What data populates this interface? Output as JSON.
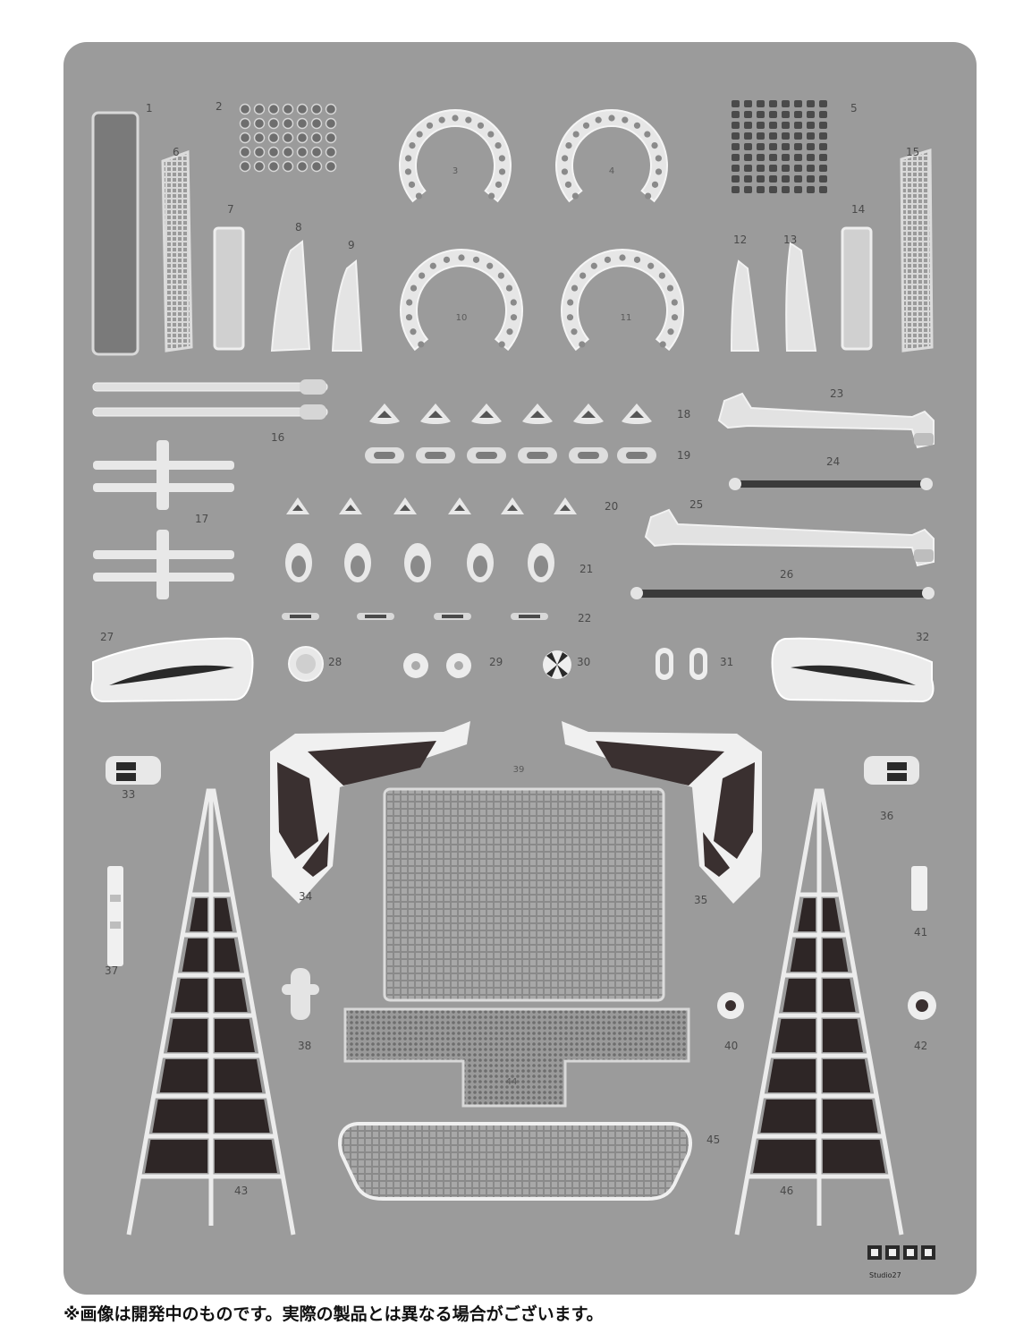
{
  "sheet": {
    "part_numbers": [
      "1",
      "2",
      "3",
      "4",
      "5",
      "6",
      "7",
      "8",
      "9",
      "10",
      "11",
      "12",
      "13",
      "14",
      "15",
      "16",
      "17",
      "18",
      "19",
      "20",
      "21",
      "22",
      "23",
      "24",
      "25",
      "26",
      "27",
      "28",
      "29",
      "30",
      "31",
      "32",
      "33",
      "34",
      "35",
      "36",
      "37",
      "38",
      "39",
      "40",
      "41",
      "42",
      "43",
      "44",
      "45",
      "46"
    ],
    "maker_logo_text": "Studio27"
  },
  "colors": {
    "sheet": "#9b9b9b",
    "part_light": "#e6e6e6",
    "part_mid": "#c4c4c4",
    "part_dark": "#5e5e5e",
    "cutout": "#2e2626"
  },
  "notice": "※画像は開発中のものです。実際の製品とは異なる場合がございます。"
}
